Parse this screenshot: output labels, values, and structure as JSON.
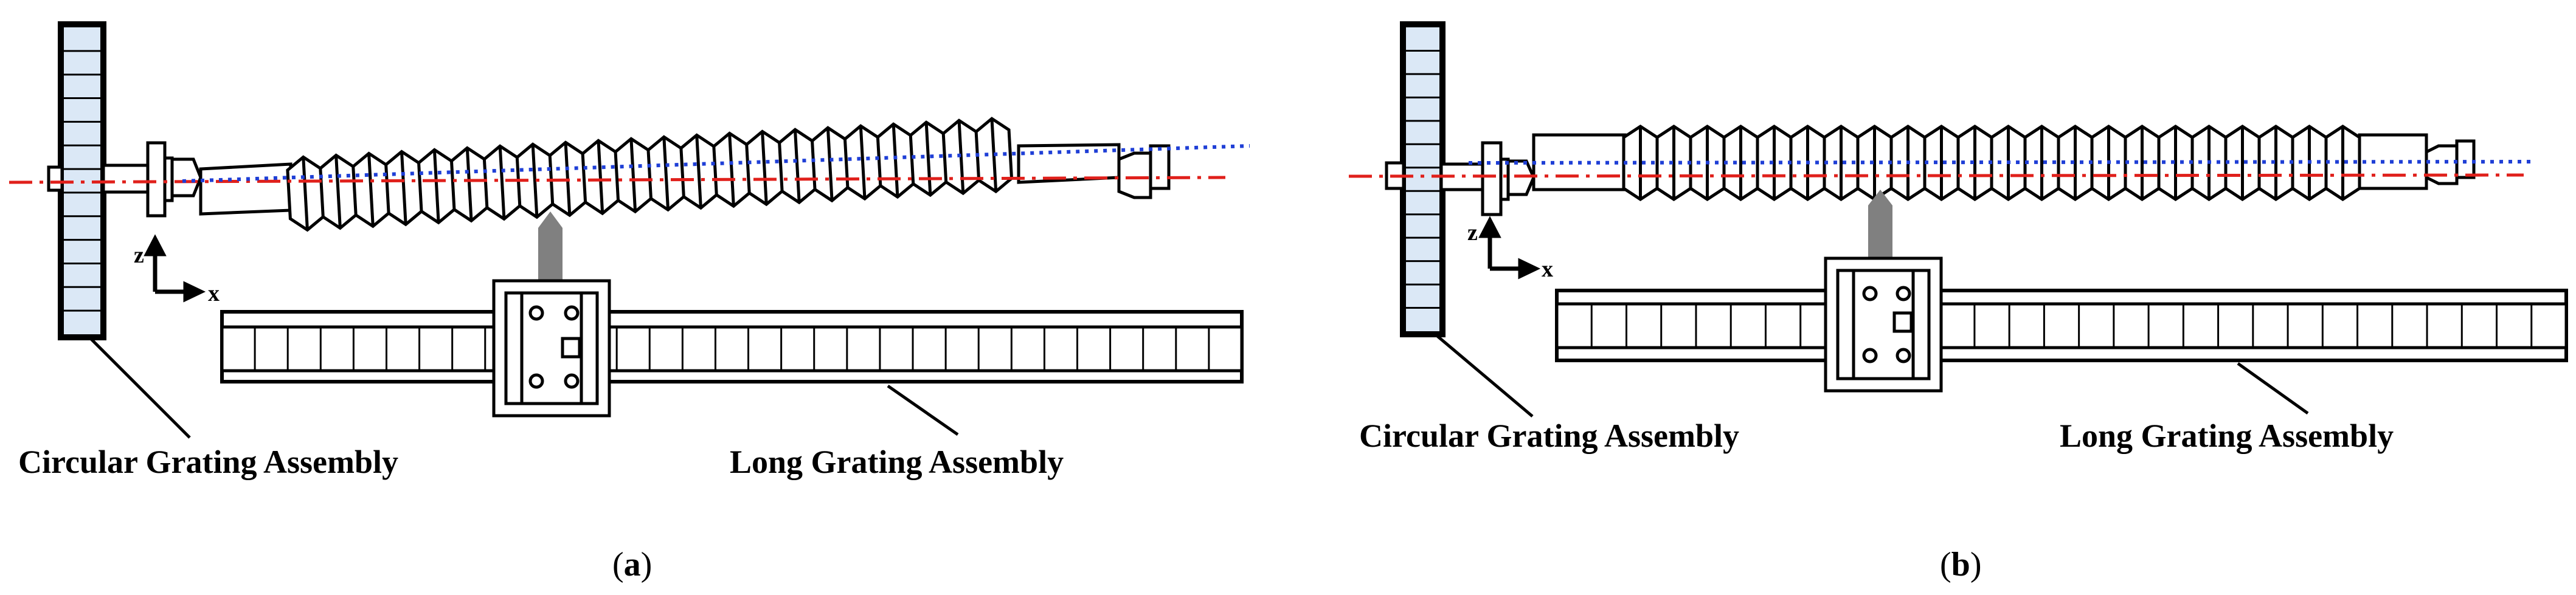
{
  "panels": [
    {
      "caption_open": "(",
      "caption_letter": "a",
      "caption_close": ")",
      "label_circular": "Circular Grating Assembly",
      "label_long": "Long Grating Assembly",
      "axis_z": "z",
      "axis_x": "x"
    },
    {
      "caption_open": "(",
      "caption_letter": "b",
      "caption_close": ")",
      "label_circular": "Circular Grating Assembly",
      "label_long": "Long Grating Assembly",
      "axis_z": "z",
      "axis_x": "x"
    }
  ],
  "colors": {
    "ink": "#000000",
    "grating_fill": "#dbe8f6",
    "reference_line": "#e0201b",
    "measured_line": "#1f3fd6",
    "support_post": "#808080"
  }
}
